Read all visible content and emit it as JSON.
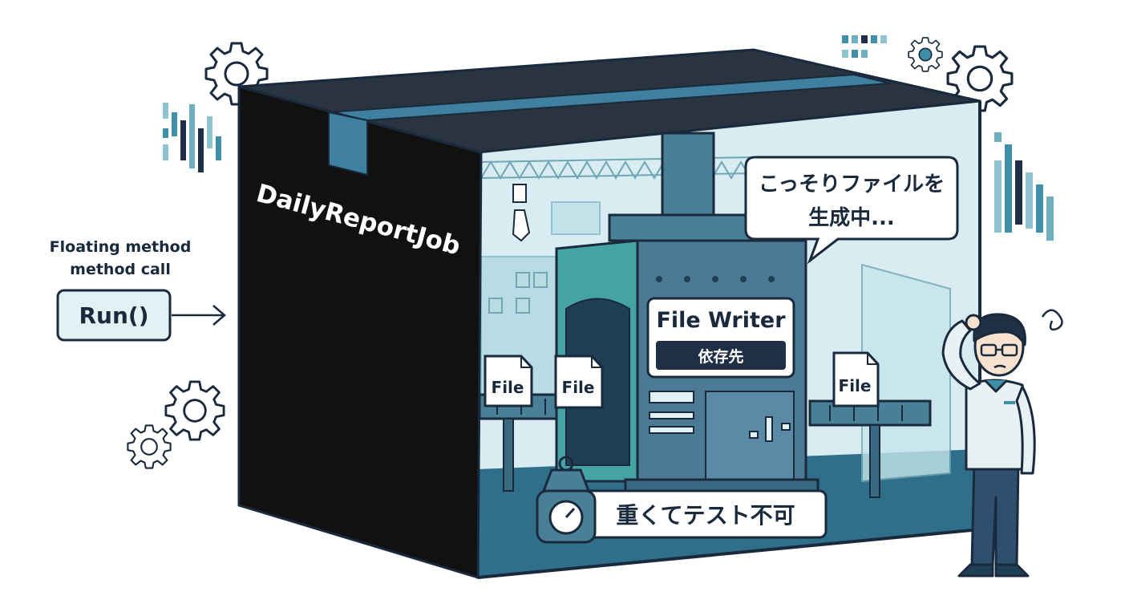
{
  "job": {
    "name": "DailyReportJob"
  },
  "caller": {
    "caption_line1": "Floating method",
    "caption_line2": "method call",
    "run_label": "Run()"
  },
  "bubble": {
    "line1": "こっそりファイルを",
    "line2": "生成中..."
  },
  "machine": {
    "title": "File Writer",
    "subtitle": "依存先"
  },
  "files": {
    "left1": "File",
    "left2": "File",
    "right1": "File"
  },
  "badge": {
    "label": "重くてテスト不可"
  },
  "colors": {
    "box_black": "#111111",
    "navy": "#1f2f45",
    "teal": "#3f8fa6",
    "light_teal": "#bfe0e8",
    "glass": "#cfe6ec",
    "outline": "#1a2a3d"
  },
  "icons": [
    "gear-icon",
    "weight-scale-icon",
    "arrow-right-icon",
    "confused-person",
    "document-icon"
  ]
}
